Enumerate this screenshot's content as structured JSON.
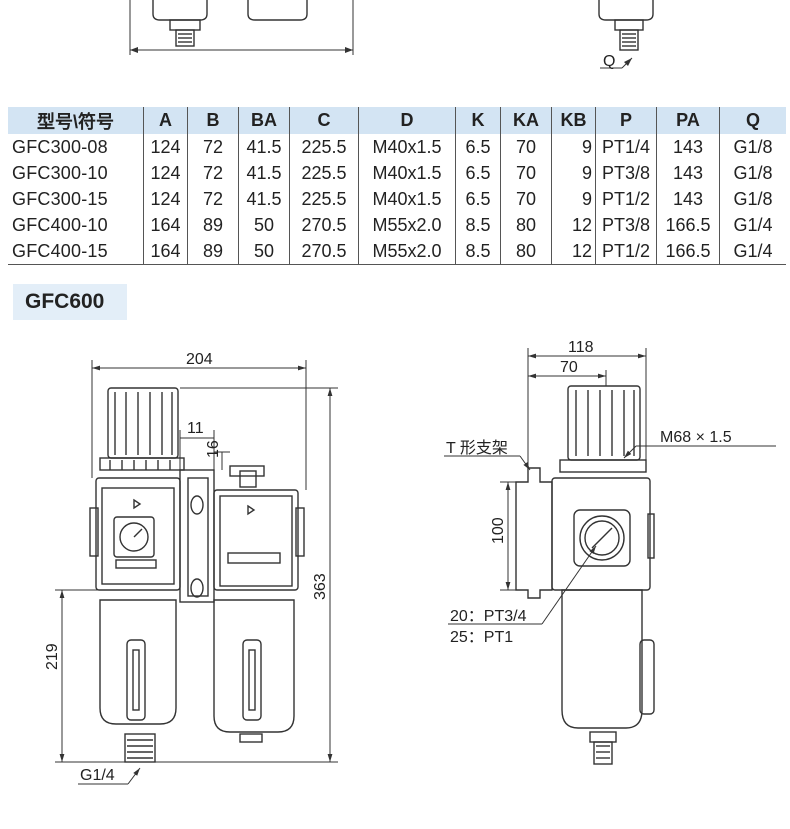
{
  "table": {
    "headers": [
      "型号\\符号",
      "A",
      "B",
      "BA",
      "C",
      "D",
      "K",
      "KA",
      "KB",
      "P",
      "PA",
      "Q"
    ],
    "rows": [
      [
        "GFC300-08",
        "124",
        "72",
        "41.5",
        "225.5",
        "M40x1.5",
        "6.5",
        "70",
        "9",
        "PT1/4",
        "143",
        "G1/8"
      ],
      [
        "GFC300-10",
        "124",
        "72",
        "41.5",
        "225.5",
        "M40x1.5",
        "6.5",
        "70",
        "9",
        "PT3/8",
        "143",
        "G1/8"
      ],
      [
        "GFC300-15",
        "124",
        "72",
        "41.5",
        "225.5",
        "M40x1.5",
        "6.5",
        "70",
        "9",
        "PT1/2",
        "143",
        "G1/8"
      ],
      [
        "GFC400-10",
        "164",
        "89",
        "50",
        "270.5",
        "M55x2.0",
        "8.5",
        "80",
        "12",
        "PT3/8",
        "166.5",
        "G1/4"
      ],
      [
        "GFC400-15",
        "164",
        "89",
        "50",
        "270.5",
        "M55x2.0",
        "8.5",
        "80",
        "12",
        "PT1/2",
        "166.5",
        "G1/4"
      ]
    ]
  },
  "top_drawing": {
    "q_label": "Q"
  },
  "section": {
    "title": "GFC600"
  },
  "front_view": {
    "dim_width": "204",
    "dim_11": "11",
    "dim_16": "16",
    "dim_height": "363",
    "dim_219": "219",
    "port_label": "G1/4"
  },
  "side_view": {
    "dim_118": "118",
    "dim_70": "70",
    "thread_label": "M68 × 1.5",
    "bracket_label": "T 形支架",
    "dim_100": "100",
    "port_20": "20：PT3/4",
    "port_25": "25：PT1"
  },
  "colors": {
    "header_bg": "#d3e4f3",
    "tag_bg": "#e3eef8",
    "line": "#333333"
  }
}
